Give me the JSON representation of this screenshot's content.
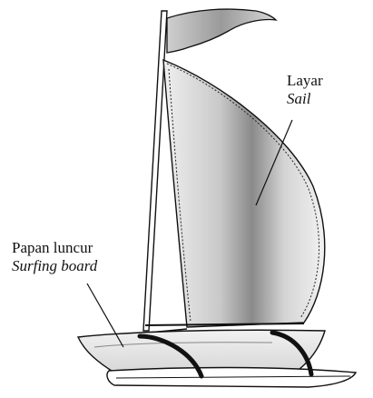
{
  "labels": {
    "sail": {
      "malay": "Layar",
      "english": "Sail"
    },
    "board": {
      "malay": "Papan luncur",
      "english": "Surfing board"
    }
  }
}
